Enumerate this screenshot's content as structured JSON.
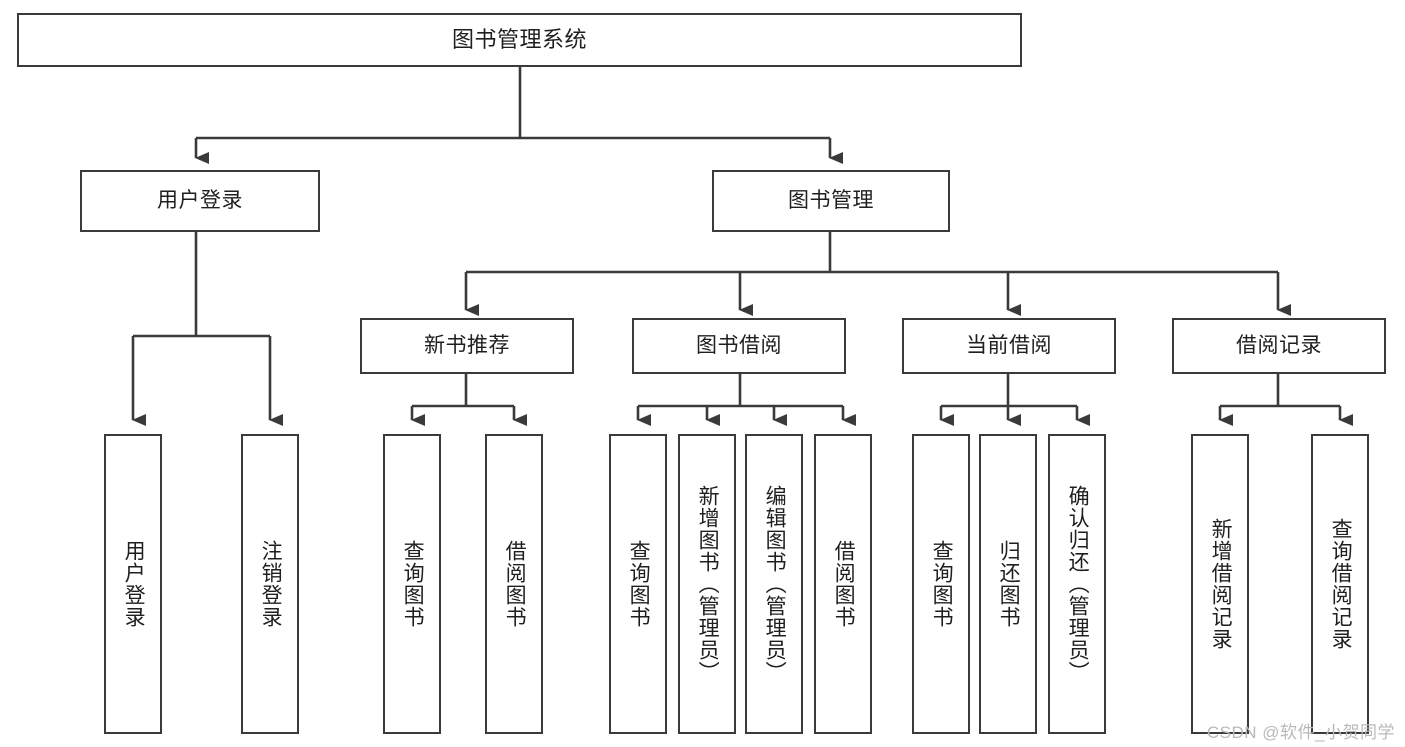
{
  "diagram": {
    "title": "图书管理系统",
    "type": "tree-hierarchy",
    "root": {
      "label": "图书管理系统"
    },
    "level2": [
      {
        "label": "用户登录"
      },
      {
        "label": "图书管理"
      }
    ],
    "level3": [
      {
        "label": "新书推荐"
      },
      {
        "label": "图书借阅"
      },
      {
        "label": "当前借阅"
      },
      {
        "label": "借阅记录"
      }
    ],
    "leaves": {
      "user_login": [
        {
          "label": "用户登录"
        },
        {
          "label": "注销登录"
        }
      ],
      "new_book_recommend": [
        {
          "label": "查询图书"
        },
        {
          "label": "借阅图书"
        }
      ],
      "book_borrow": [
        {
          "label": "查询图书"
        },
        {
          "label": "新增图书（管理员）"
        },
        {
          "label": "编辑图书（管理员）"
        },
        {
          "label": "借阅图书"
        }
      ],
      "current_borrow": [
        {
          "label": "查询图书"
        },
        {
          "label": "归还图书"
        },
        {
          "label": "确认归还（管理员）"
        }
      ],
      "borrow_records": [
        {
          "label": "新增借阅记录"
        },
        {
          "label": "查询借阅记录"
        }
      ]
    }
  },
  "watermark": {
    "text": "CSDN @软件_小贺同学"
  },
  "colors": {
    "border": "#3a3a3a",
    "background": "#ffffff",
    "text": "#1f1f1f",
    "watermark": "#b9b9b9"
  }
}
